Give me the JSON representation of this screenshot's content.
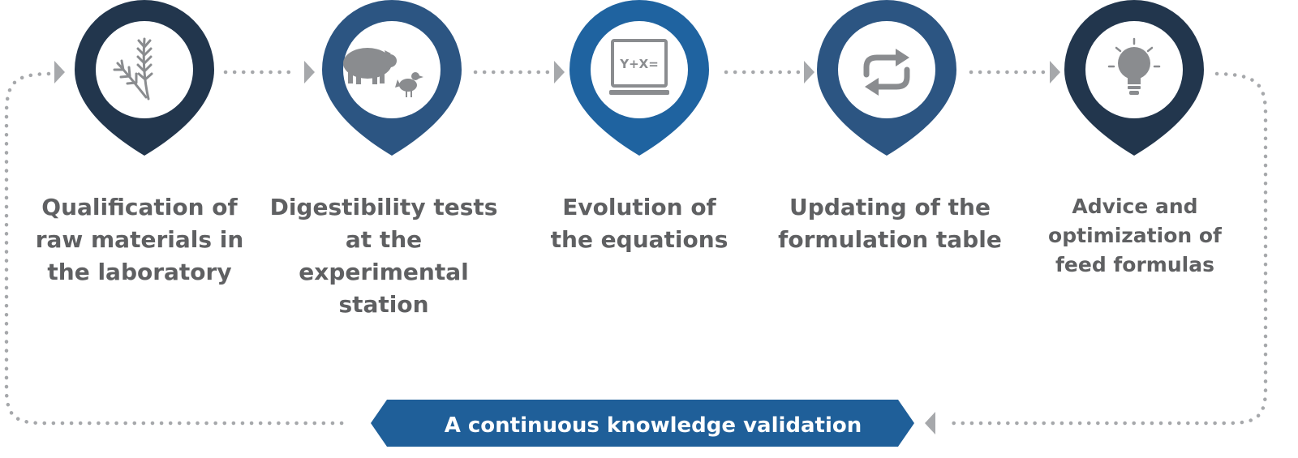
{
  "colors": {
    "pin_dark": "#22364d",
    "pin_mid": "#2c5582",
    "pin_bright": "#1f63a0",
    "banner": "#1f5f99",
    "dots": "#a6a8ab",
    "icon_gray": "#8a8c8f",
    "label_gray": "#5f6062"
  },
  "steps": [
    {
      "label": "Qualification of\nraw materials in\nthe laboratory",
      "icon": "wheat-icon",
      "color": "pin_dark"
    },
    {
      "label": "Digestibility tests\nat the experimental\nstation",
      "icon": "pig-chicken-icon",
      "color": "pin_mid"
    },
    {
      "label": "Evolution of\nthe equations",
      "icon": "laptop-equation-icon",
      "color": "pin_bright"
    },
    {
      "label": "Updating of the\nformulation table",
      "icon": "refresh-arrows-icon",
      "color": "pin_mid"
    },
    {
      "label": "Advice and\noptimization of\nfeed formulas",
      "icon": "lightbulb-icon",
      "color": "pin_dark"
    }
  ],
  "equation_text": "Y+X=",
  "banner": {
    "label": "A continuous knowledge validation"
  }
}
